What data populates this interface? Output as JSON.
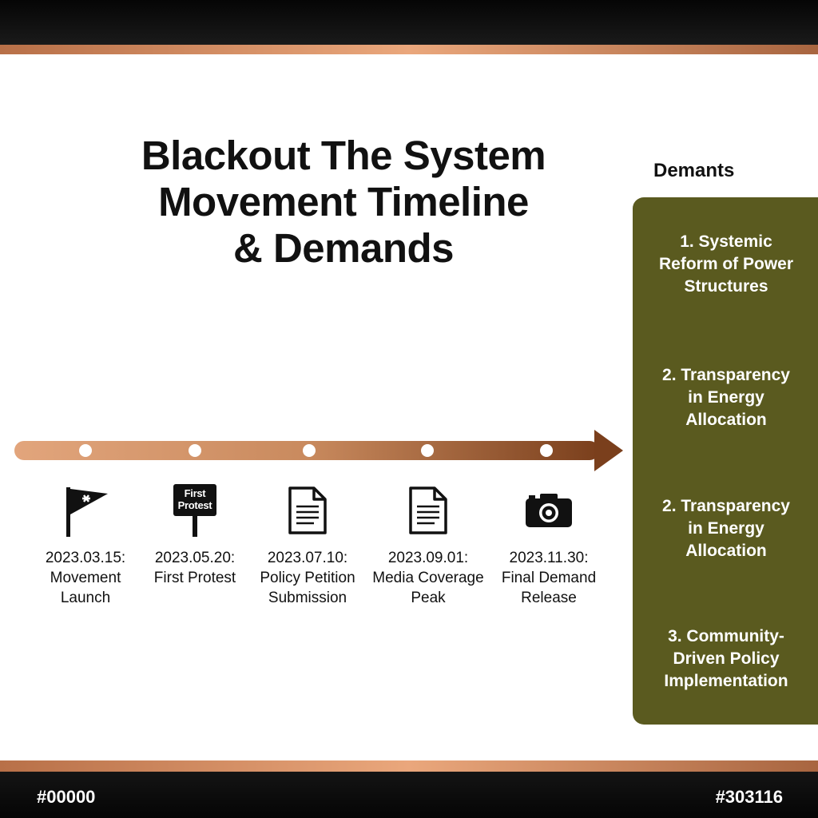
{
  "title": {
    "line1": "Blackout The System",
    "line2": "Movement Timeline",
    "line3": "& Demands"
  },
  "demands": {
    "heading": "Demants",
    "items": [
      {
        "line1": "1. Systemic",
        "line2": "Reform of Power",
        "line3": "Structures"
      },
      {
        "line1": "2. Transparency",
        "line2": "in Energy",
        "line3": "Allocation"
      },
      {
        "line1": "2. Transparency",
        "line2": "in Energy",
        "line3": "Allocation"
      },
      {
        "line1": "3. Community-",
        "line2": "Driven Policy",
        "line3": "Implementation"
      }
    ]
  },
  "timeline": {
    "events": [
      {
        "date": "2023.03.15:",
        "label_line1": "Movement",
        "label_line2": "Launch",
        "icon": "flag-icon"
      },
      {
        "date": "2023.05.20:",
        "label_line1": "First Protest",
        "label_line2": "",
        "icon": "protest-sign-icon",
        "sign_line1": "First",
        "sign_line2": "Protest"
      },
      {
        "date": "2023.07.10:",
        "label_line1": "Policy Petition",
        "label_line2": "Submission",
        "icon": "document-icon"
      },
      {
        "date": "2023.09.01:",
        "label_line1": "Media Coverage",
        "label_line2": "Peak",
        "icon": "document-icon"
      },
      {
        "date": "2023.11.30:",
        "label_line1": "Final Demand",
        "label_line2": "Release",
        "icon": "camera-icon"
      }
    ]
  },
  "footer": {
    "left_code": "#00000",
    "right_code": "#303116"
  },
  "colors": {
    "panel": "#5a5a1f",
    "copper": "#c98a5e",
    "copper_dark": "#7a3f1c"
  }
}
